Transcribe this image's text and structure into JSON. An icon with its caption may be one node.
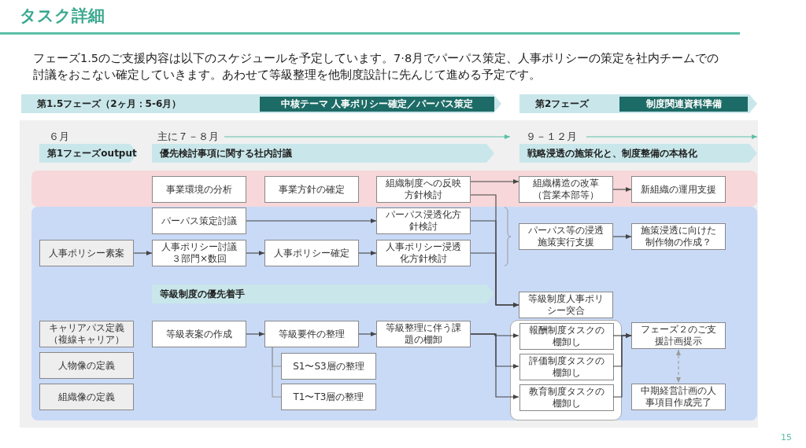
{
  "diagram": {
    "title": "タスク詳細",
    "nodes": [
      {
        "text": [
          "第1.5フェーズ（2ヶ月：5-6月）"
        ]
      },
      {
        "text": [
          "中核テーマ 人事ポリシー確定／パーパス策定"
        ],
        "in": 0
      },
      {
        "text": [
          "第2フェーズ"
        ]
      },
      {
        "text": [
          "制度関連資料準備"
        ],
        "in": 2
      },
      {
        "text": [
          "第1フェーズoutput"
        ]
      },
      {
        "text": [
          "優先検討事項に関する社内討議"
        ]
      },
      {
        "text": [
          "戦略浸透の施策化と、制度整備の本格化"
        ]
      },
      {
        "text": [
          "事業環境の分析"
        ]
      },
      {
        "text": [
          "事業方針の確定"
        ]
      },
      {
        "text": [
          "組織制度への反映方針検討"
        ]
      },
      {
        "text": [
          "組織構造の改革（営業本部等）"
        ]
      },
      {
        "text": [
          "新組織の運用支援"
        ]
      },
      {
        "text": [
          "人事ポリシー素案"
        ]
      },
      {
        "text": [
          "パーパス策定討議"
        ]
      },
      {
        "text": [
          "人事ポリシー討議３部門×数回"
        ]
      },
      {
        "text": [
          "人事ポリシー確定"
        ]
      },
      {
        "text": [
          "パーパス浸透化方針検討"
        ]
      },
      {
        "text": [
          "人事ポリシー浸透化方針検討"
        ]
      },
      {
        "text": [
          "パーパス等の浸透施策実行支援"
        ]
      },
      {
        "text": [
          "施策浸透に向けた制作物の作成？"
        ]
      },
      {
        "text": [
          "等級制度の優先着手"
        ]
      },
      {
        "text": [
          "キャリアパス定義（複線キャリア）"
        ]
      },
      {
        "text": [
          "人物像の定義"
        ]
      },
      {
        "text": [
          "組織像の定義"
        ]
      },
      {
        "text": [
          "等級表案の作成"
        ]
      },
      {
        "text": [
          "等級要件の整理"
        ]
      },
      {
        "text": [
          "S1〜S3層の整理"
        ]
      },
      {
        "text": [
          "T1〜T3層の整理"
        ]
      },
      {
        "text": [
          "等級整理に伴う課題の棚卸"
        ]
      },
      {
        "text": [
          "等級制度人事ポリシー突合"
        ]
      },
      {
        "text": [],
        "shape": "box"
      },
      {
        "text": [
          "報酬制度タスクの棚卸し"
        ],
        "in": 30
      },
      {
        "text": [
          "評価制度タスクの棚卸し"
        ],
        "in": 30
      },
      {
        "text": [
          "教育制度タスクの棚卸し"
        ],
        "in": 30
      },
      {
        "text": [
          "フェーズ２のご支援計画提示"
        ]
      },
      {
        "text": [
          "中期経営計画の人事項目作成完了"
        ]
      }
    ],
    "edges": [
      {
        "from": 13,
        "to": 16,
        "arrow": "to"
      },
      {
        "from": 12,
        "to": 14,
        "arrow": "to"
      },
      {
        "from": 14,
        "to": 15,
        "arrow": "to"
      },
      {
        "from": 15,
        "to": 17,
        "arrow": "to"
      },
      {
        "from": 9,
        "to": 10,
        "arrow": "to"
      },
      {
        "from": 10,
        "to": 11,
        "arrow": "to"
      },
      {
        "from": 9,
        "to": 29,
        "arrow": "to"
      },
      {
        "from": 16,
        "to": 29,
        "arrow": "to"
      },
      {
        "from": 17,
        "to": 29,
        "arrow": "to"
      },
      {
        "from": 18,
        "to": 19,
        "arrow": "to"
      },
      {
        "from": 24,
        "to": 25,
        "arrow": "to"
      },
      {
        "from": 25,
        "to": 28,
        "arrow": "to"
      },
      {
        "from": 25,
        "to": 26,
        "arrow": "none"
      },
      {
        "from": 25,
        "to": 27,
        "arrow": "none"
      },
      {
        "from": 28,
        "to": 31,
        "arrow": "to"
      },
      {
        "from": 28,
        "to": 32,
        "arrow": "to"
      },
      {
        "from": 28,
        "to": 33,
        "arrow": "to"
      },
      {
        "from": 31,
        "to": 34,
        "arrow": "to"
      },
      {
        "from": 32,
        "to": 34,
        "arrow": "to"
      },
      {
        "from": 33,
        "to": 34,
        "arrow": "to"
      },
      {
        "from": 34,
        "to": 35,
        "arrow": "both",
        "style": "dashed",
        "color": "#9a9a9a"
      }
    ],
    "labels": [
      "フェーズ1.5のご支援内容は以下のスケジュールを予定しています。7·8月でパーパス策定、人事ポリシーの策定を社内チームでの討議をおこない確定していきます。あわせて等級整理を他制度設計に先んじて進める予定です。",
      "６月",
      "主に７－８月",
      "９－１２月",
      "15"
    ]
  }
}
